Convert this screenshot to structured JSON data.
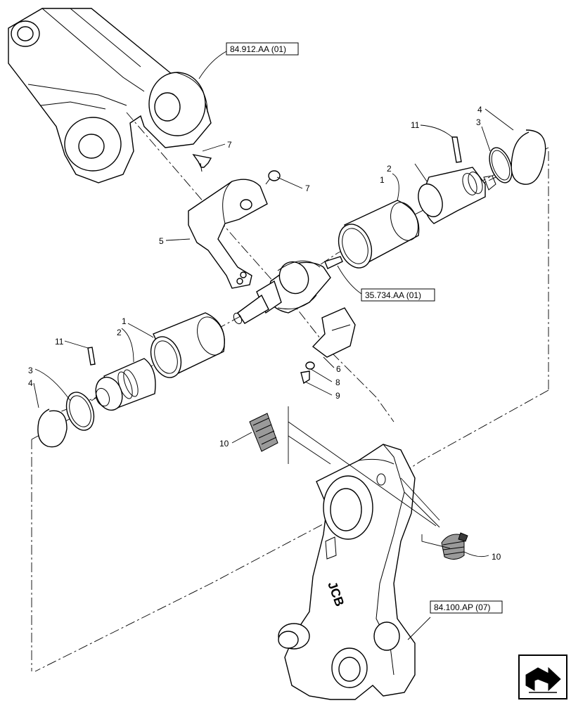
{
  "references": {
    "top": "84.912.AA (01)",
    "middle": "35.734.AA (01)",
    "bottom": "84.100.AP (07)"
  },
  "callouts": {
    "c1_right": "1",
    "c2_right": "2",
    "c3_right": "3",
    "c4_right": "4",
    "c5": "5",
    "c6": "6",
    "c7_top": "7",
    "c7_mid": "7",
    "c8": "8",
    "c9": "9",
    "c10_left": "10",
    "c10_right": "10",
    "c11_right": "11",
    "c1_left": "1",
    "c2_left": "2",
    "c3_left": "3",
    "c4_left": "4",
    "c11_left": "11"
  },
  "icons": {
    "navigation": "next-page-arrow-icon"
  }
}
